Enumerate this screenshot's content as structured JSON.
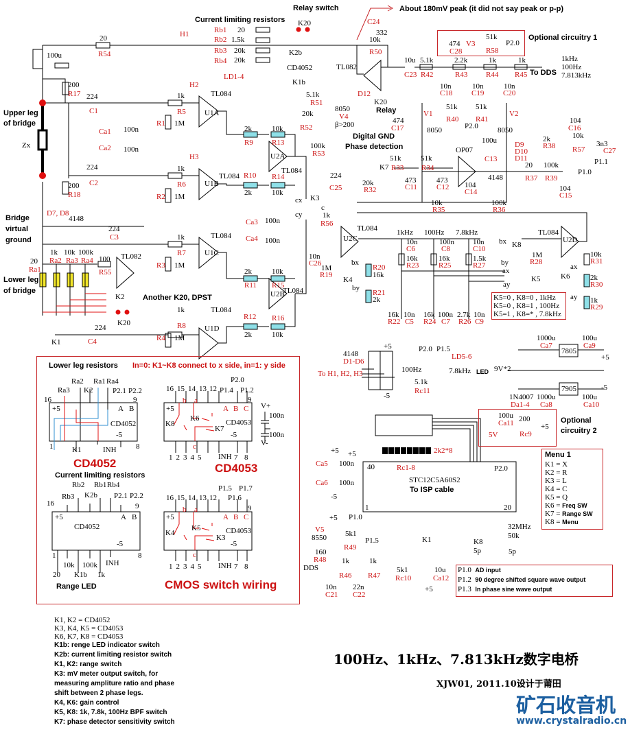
{
  "header": {
    "relay_switch": "Relay switch",
    "current_limiting": "Current limiting resistors",
    "peak_note": "About 180mV peak (it did not say peak or p-p)",
    "optional1": "Optional circuitry 1",
    "to_dds": "To DDS",
    "freqs": [
      "1kHz",
      "100Hz",
      "7.813kHz"
    ]
  },
  "bridge": {
    "upper_leg": [
      "Upper leg",
      "of bridge"
    ],
    "lower_leg": [
      "Lower leg",
      "of bridge"
    ],
    "virtual_ground": [
      "Bridge",
      "virtual",
      "ground"
    ],
    "zx": "Zx",
    "another_k20": "Another K20, DPST",
    "digital_gnd": "Digital GND",
    "phase_detection": "Phase detection",
    "relay": "Relay"
  },
  "components": {
    "R54": {
      "ref": "R54",
      "val": "20"
    },
    "H1": "H1",
    "H2": "H2",
    "H3": "H3",
    "Rb": [
      {
        "ref": "Rb1",
        "val": "20"
      },
      {
        "ref": "Rb2",
        "val": "1.5k"
      },
      {
        "ref": "Rb3",
        "val": "20k"
      },
      {
        "ref": "Rb4",
        "val": "20k"
      }
    ],
    "K20": "K20",
    "K2b": "K2b",
    "K1b": "K1b",
    "CD4052": "CD4052",
    "LD1_4": "LD1-4",
    "C100u": "100u",
    "R17": {
      "ref": "R17",
      "val": "200"
    },
    "R18": {
      "ref": "R18",
      "val": "200"
    },
    "C1": {
      "ref": "C1",
      "val": "224"
    },
    "C2": {
      "ref": "C2",
      "val": "224"
    },
    "C3": {
      "ref": "C3",
      "val": "224"
    },
    "C4": {
      "ref": "C4",
      "val": "224"
    },
    "R5": {
      "ref": "R5",
      "val": "1k"
    },
    "R6": {
      "ref": "R6",
      "val": "1k"
    },
    "R7": {
      "ref": "R7",
      "val": "1k"
    },
    "R8": {
      "ref": "R8",
      "val": "1k"
    },
    "R1": {
      "ref": "R1",
      "val": "1M"
    },
    "R2": {
      "ref": "R2",
      "val": "1M"
    },
    "R3": {
      "ref": "R3",
      "val": "1M"
    },
    "R4": {
      "ref": "R4",
      "val": "1M"
    },
    "Ca1": {
      "ref": "Ca1",
      "val": "100n"
    },
    "Ca2": {
      "ref": "Ca2",
      "val": "100n"
    },
    "Ca3": {
      "ref": "Ca3",
      "val": "100n"
    },
    "Ca4": {
      "ref": "Ca4",
      "val": "100n"
    },
    "U1A": "U1A",
    "U1B": "U1B",
    "U1C": "U1C",
    "U1D": "U1D",
    "U2A": "U2A",
    "U2B": "U2B",
    "U2C": "U2C",
    "U2D": "U2D",
    "TL084": "TL084",
    "TL082": "TL082",
    "OP07": "OP07",
    "R9": {
      "ref": "R9",
      "val": "2k"
    },
    "R10": {
      "ref": "R10",
      "val": "2k"
    },
    "R11": {
      "ref": "R11",
      "val": "2k"
    },
    "R12": {
      "ref": "R12",
      "val": "2k"
    },
    "R13": {
      "ref": "R13",
      "val": "10k"
    },
    "R14": {
      "ref": "R14",
      "val": "10k"
    },
    "R15": {
      "ref": "R15",
      "val": "10k"
    },
    "R16": {
      "ref": "R16",
      "val": "10k"
    },
    "D7D8": {
      "ref": "D7, D8",
      "val": "4148"
    },
    "Ra": [
      {
        "ref": "Ra1",
        "val": "20"
      },
      {
        "ref": "Ra2",
        "val": "1k"
      },
      {
        "ref": "Ra3",
        "val": "10k"
      },
      {
        "ref": "Ra4",
        "val": "100k"
      }
    ],
    "R55": {
      "ref": "R55",
      "val": "100"
    },
    "K1": "K1",
    "K2": "K2",
    "K3": "K3",
    "K4": "K4",
    "K5": "K5",
    "K6": "K6",
    "K7": "K7",
    "K8": "K8",
    "C24": {
      "ref": "C24",
      "val": "332"
    },
    "R50": {
      "ref": "R50",
      "val": "10k"
    },
    "C23": {
      "ref": "C23",
      "val": "10u"
    },
    "R42": {
      "ref": "R42",
      "val": "5.1k"
    },
    "R43": {
      "ref": "R43",
      "val": "2.2k"
    },
    "R44": {
      "ref": "R44",
      "val": "1k"
    },
    "R45": {
      "ref": "R45",
      "val": "1k"
    },
    "C18": {
      "ref": "C18",
      "val": "10n"
    },
    "C19": {
      "ref": "C19",
      "val": "10n"
    },
    "C20": {
      "ref": "C20",
      "val": "10n"
    },
    "C28": {
      "ref": "C28",
      "val": "474"
    },
    "V3": "V3",
    "R58": {
      "ref": "R58",
      "val": "51k"
    },
    "P2_0": "P2.0",
    "R51": {
      "ref": "R51",
      "val": "5.1k"
    },
    "R52": {
      "ref": "R52",
      "val": "20k"
    },
    "R53": {
      "ref": "R53",
      "val": "100k"
    },
    "V4": {
      "ref": "V4",
      "val": "8050",
      "beta": "β>200"
    },
    "D12": "D12",
    "V1": {
      "ref": "V1",
      "val": "8050"
    },
    "V2": {
      "ref": "V2",
      "val": "8050"
    },
    "R40": {
      "ref": "R40",
      "val": "51k"
    },
    "R41": {
      "ref": "R41",
      "val": "51k"
    },
    "C17": {
      "ref": "C17",
      "val": "474"
    },
    "C16": {
      "ref": "C16",
      "val": "104"
    },
    "R38": {
      "ref": "R38",
      "val": "2k"
    },
    "R57": {
      "ref": "R57",
      "val": "10k"
    },
    "C27": {
      "ref": "C27",
      "val": "3n3"
    },
    "P1_1": "P1.1",
    "R33": {
      "ref": "R33",
      "val": "51k"
    },
    "R34": {
      "ref": "R34",
      "val": "51k"
    },
    "C11": {
      "ref": "C11",
      "val": "473"
    },
    "C12": {
      "ref": "C12",
      "val": "473"
    },
    "C13": {
      "ref": "C13",
      "val": "100u"
    },
    "C14": {
      "ref": "C14",
      "val": "104"
    },
    "D9_11": [
      "D9",
      "D10",
      "D11"
    ],
    "D4148": "4148",
    "R37": {
      "ref": "R37",
      "val": "20"
    },
    "R39": {
      "ref": "R39",
      "val": "100k"
    },
    "P1_0": "P1.0",
    "C15": {
      "ref": "C15",
      "val": "104"
    },
    "R35": {
      "ref": "R35",
      "val": "10k"
    },
    "R36": {
      "ref": "R36",
      "val": "100k"
    },
    "C25": {
      "ref": "C25",
      "val": "224"
    },
    "R32": {
      "ref": "R32",
      "val": "20k"
    },
    "R56": {
      "ref": "R56",
      "val": "1k"
    },
    "C26": {
      "ref": "C26",
      "val": "10n"
    },
    "R19": {
      "ref": "R19",
      "val": "1M"
    },
    "R20": {
      "ref": "R20",
      "val": "16k"
    },
    "R21": {
      "ref": "R21",
      "val": "2k"
    },
    "filters": [
      {
        "freq": "1kHz",
        "c_top": {
          "ref": "C6",
          "val": "10n"
        },
        "r_mid": {
          "ref": "R23",
          "val": "16k"
        },
        "r_bot": {
          "ref": "R22",
          "val": "16k"
        },
        "c_bot": {
          "ref": "C5",
          "val": "10n"
        }
      },
      {
        "freq": "100Hz",
        "c_top": {
          "ref": "C8",
          "val": "100n"
        },
        "r_mid": {
          "ref": "R25",
          "val": "16k"
        },
        "r_bot": {
          "ref": "R24",
          "val": "16k"
        },
        "c_bot": {
          "ref": "C7",
          "val": "100n"
        }
      },
      {
        "freq": "7.8kHz",
        "c_top": {
          "ref": "C10",
          "val": "10n"
        },
        "r_mid": {
          "ref": "R27",
          "val": "1.5k"
        },
        "r_bot": {
          "ref": "R26",
          "val": "2.7k"
        },
        "c_bot": {
          "ref": "C9",
          "val": "10n"
        }
      }
    ],
    "R28": {
      "ref": "R28",
      "val": "1M"
    },
    "R31": {
      "ref": "R31",
      "val": "10k"
    },
    "R30": {
      "ref": "R30",
      "val": "2k"
    },
    "R29": {
      "ref": "R29",
      "val": "1k"
    },
    "pins": {
      "ax": "ax",
      "ay": "ay",
      "bx": "bx",
      "by": "by",
      "cx": "cx",
      "cy": "cy",
      "c": "c"
    }
  },
  "k5k8_table": [
    "K5=0 , K8=0 , 1kHz",
    "K5=0 , K8=1 , 100Hz",
    "K5=1 , K8=* , 7.8kHz"
  ],
  "cmos_box": {
    "lower_leg_title": "Lower leg resistors",
    "in_note": "In=0: K1~K8 connect to x side, in=1: y side",
    "cd4052_a": {
      "top_labels": [
        "16",
        "Ra3",
        "Ra2",
        "K2",
        "Ra1",
        "Ra4",
        "P2.1",
        "P2.2",
        "9"
      ],
      "inner": [
        "+5",
        "A",
        "B",
        "CD4052",
        "-5"
      ],
      "bottom_labels": [
        "1",
        "K1",
        "INH",
        "8"
      ],
      "caption": "CD4052"
    },
    "cd4053_a": {
      "top_labels": [
        "16",
        "15",
        "14",
        "13",
        "12",
        "P1.4",
        "P2.0",
        "P1.2",
        "9"
      ],
      "inner": [
        "+5",
        "A",
        "B",
        "C",
        "CD4053",
        "-5",
        "K6",
        "K7",
        "K8",
        "a",
        "b",
        "c"
      ],
      "bottom_labels": [
        "1",
        "2",
        "3",
        "4",
        "5",
        "INH",
        "7",
        "8"
      ],
      "caption": "CD4053"
    },
    "supply": {
      "vplus": "V+",
      "vminus": "V-",
      "c1": "100n",
      "c2": "100n"
    },
    "current_title": "Current limiting resistors",
    "cd4052_b": {
      "top_labels": [
        "16",
        "Rb3",
        "Rb2",
        "K2b",
        "Rb1",
        "Rb4",
        "P2.1",
        "P2.2",
        "9"
      ],
      "inner": [
        "+5",
        "A",
        "B",
        "CD4052",
        "-5"
      ],
      "bottom_labels": [
        "1",
        "20",
        "10k",
        "K1b",
        "100k",
        "1k",
        "INH",
        "8"
      ],
      "caption": "Range LED"
    },
    "cd4053_b": {
      "top_labels": [
        "16",
        "15",
        "14",
        "13",
        "12",
        "P1.5",
        "P1.6",
        "P1.7",
        "9"
      ],
      "inner": [
        "+5",
        "A",
        "B",
        "C",
        "CD4053",
        "-5",
        "K5",
        "K3",
        "K4",
        "a",
        "b",
        "c"
      ],
      "bottom_labels": [
        "1",
        "2",
        "3",
        "4",
        "5",
        "INH",
        "7",
        "8"
      ]
    },
    "footer": "CMOS switch wiring"
  },
  "protection": {
    "diode": "4148",
    "ref": "D1-D6",
    "to": "To H1, H2, H3",
    "plus": "+5",
    "minus": "-5"
  },
  "leds": {
    "p20": "P2.0",
    "p15": "P1.5",
    "ref": "LD5-6",
    "left": "100Hz",
    "right": "7.8kHz",
    "led": "LED",
    "r_val": "5.1k",
    "r_ref": "Rc11"
  },
  "psu": {
    "input": "9V*2",
    "diodes": {
      "val": "1N4007",
      "ref": "Da1-4"
    },
    "ca7": {
      "ref": "Ca7",
      "val": "1000u"
    },
    "ca8": {
      "ref": "Ca8",
      "val": "1000u"
    },
    "ca9": {
      "ref": "Ca9",
      "val": "100u"
    },
    "ca10": {
      "ref": "Ca10",
      "val": "100u"
    },
    "reg_pos": "7805",
    "reg_neg": "7905",
    "out_pos": "+5",
    "out_neg": "-5"
  },
  "optional2": {
    "title": [
      "Optional",
      "circuitry 2"
    ],
    "cap": {
      "ref": "Ca11",
      "val": "100u"
    },
    "res": {
      "ref": "Rc9",
      "val": "200"
    },
    "buzzer": "5V",
    "supply": "+5"
  },
  "mcu": {
    "name": "STC12C5A60S2",
    "isp": "To ISP cable",
    "pin40": "40",
    "pin1": "1",
    "pin20": "20",
    "p20": "P2.0",
    "p10": "P1.0",
    "res_array": {
      "ref": "Rc1-8",
      "val": "2k2*8"
    },
    "ca5": {
      "ref": "Ca5",
      "val": "100n"
    },
    "ca6": {
      "ref": "Ca6",
      "val": "100n"
    },
    "crystal": "32MHz",
    "r50k": "50k",
    "c5p": "5p",
    "k1": "K1",
    "k8": "K8",
    "v5": {
      "ref": "V5",
      "val": "8550"
    },
    "r49": {
      "ref": "R49",
      "val": "5k1"
    },
    "p15": "P1.5",
    "r48": {
      "ref": "R48",
      "val": "160"
    },
    "dds": "DDS",
    "r46": {
      "ref": "R46",
      "val": "1k"
    },
    "r47": {
      "ref": "R47",
      "val": "1k"
    },
    "c21": {
      "ref": "C21",
      "val": "10n"
    },
    "c22": {
      "ref": "C22",
      "val": "22n"
    },
    "rc10": {
      "ref": "Rc10",
      "val": "5k1"
    },
    "ca12": {
      "ref": "Ca12",
      "val": "10u"
    }
  },
  "menu": {
    "title": "Menu 1",
    "items": [
      {
        "key": "K1",
        "val": "X"
      },
      {
        "key": "K2",
        "val": "R"
      },
      {
        "key": "K3",
        "val": "L"
      },
      {
        "key": "K4",
        "val": "C"
      },
      {
        "key": "K5",
        "val": "Q"
      },
      {
        "key": "K6",
        "val": "Freq SW"
      },
      {
        "key": "K7",
        "val": "Range SW"
      },
      {
        "key": "K8",
        "val": "Menu"
      }
    ]
  },
  "pin_table": [
    {
      "pin": "P1.0",
      "desc": "AD input"
    },
    {
      "pin": "P1.2",
      "desc": "90 degree shifted square wave output"
    },
    {
      "pin": "P1.3",
      "desc": "In phase sine wave output"
    }
  ],
  "notes": [
    "K1, K2 = CD4052",
    "K3, K4, K5 = CD4053",
    "K6, K7, K8 = CD4053",
    "K1b: renge LED indicator switch",
    "K2b: current limiting resistor switch",
    "K1, K2: range switch",
    "K3: mV meter output switch, for",
    "measuring ampliture ratio and phase",
    "shift between 2 phase legs.",
    "K4, K6: gain control",
    "K5, K8: 1k, 7.8k, 100Hz BPF switch",
    "K7: phase detector sensitivity switch"
  ],
  "title": {
    "main": "100Hz、1kHz、7.813kHz数字电桥",
    "sub": "XJW01, 2011.10设计于莆田",
    "logo_cn": "矿石收音机",
    "logo_url": "www.crystalradio.cn"
  },
  "colors": {
    "red": "#cc1111",
    "cyan": "#8fe0e8",
    "yellow": "#f2e62a",
    "blue": "#2f8fd0",
    "logo": "#1c5fa0"
  }
}
